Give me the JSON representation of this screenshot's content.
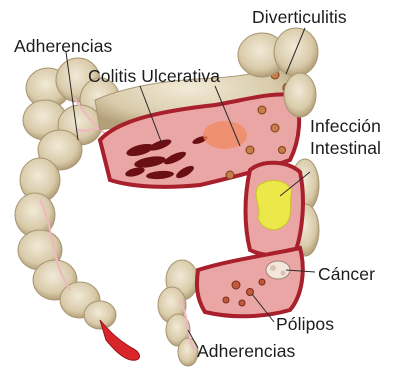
{
  "labels": {
    "diverticulitis": "Diverticulitis",
    "adherencias_top": "Adherencias",
    "colitis": "Colitis Ulcerativa",
    "infeccion_1": "Infección",
    "infeccion_2": "Intestinal",
    "cancer": "Cáncer",
    "polipos": "Pólipos",
    "adherencias_bottom": "Adherencias"
  },
  "colors": {
    "colon_tan": "#e3d9c2",
    "colon_shadow": "#bfae8c",
    "mucosa_pink": "#e9a3a3",
    "opened_edge": "#a8202c",
    "ulcer_dark": "#6a0f14",
    "infection_yellow": "#ece84a",
    "appendix_red": "#d8262a",
    "leader_line": "#2a2a2a"
  }
}
